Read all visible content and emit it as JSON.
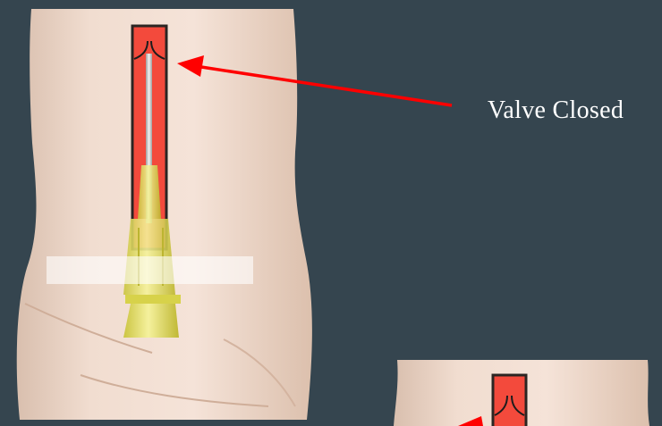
{
  "slide": {
    "background": "#35454f"
  },
  "callout": {
    "label": "Valve Closed",
    "color": "#ffffff",
    "arrow_color": "#ff0000"
  },
  "figures": [
    {
      "name": "torso-illustration-main",
      "skin_color": "#f0d8c8",
      "channel_color": "#f34a3c",
      "outline_color": "#2b2522"
    },
    {
      "name": "torso-illustration-secondary",
      "skin_color": "#f0d8c8",
      "channel_color": "#f34a3c",
      "outline_color": "#2b2522",
      "partial": true
    }
  ],
  "needle": {
    "hub_color": "#f0ec70"
  },
  "label_strip": {
    "color": "#ffffff"
  }
}
